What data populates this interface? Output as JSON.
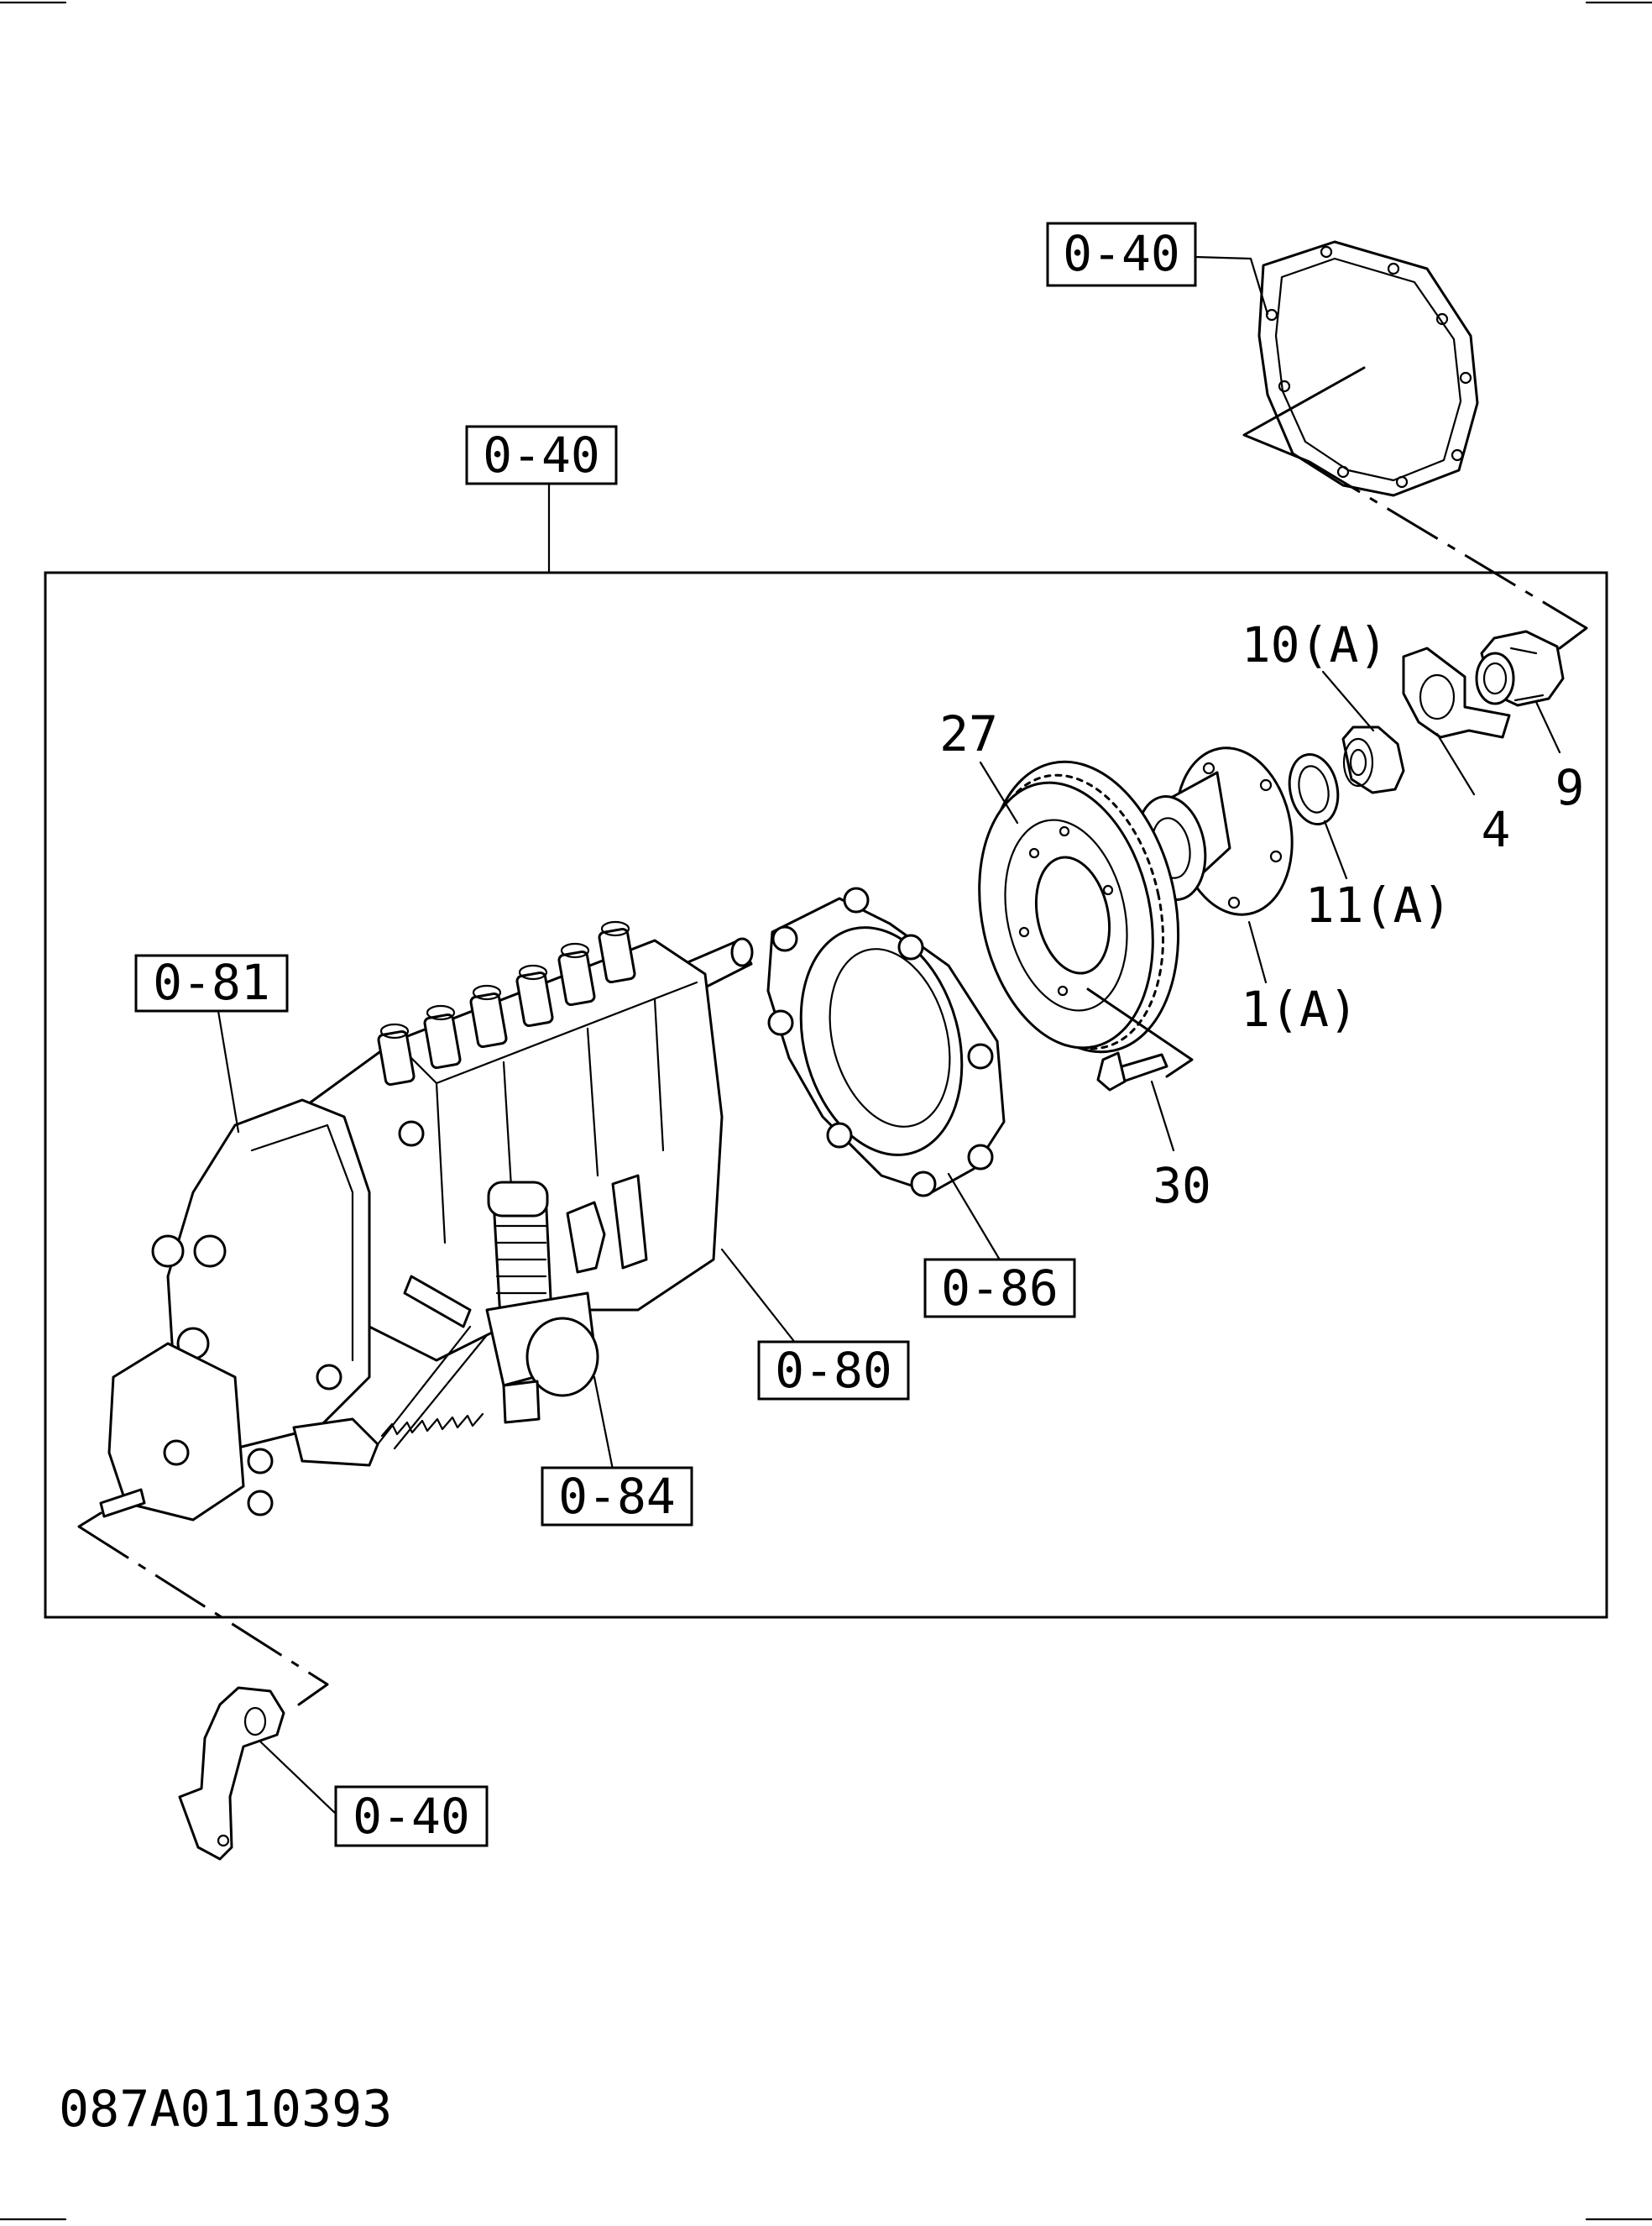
{
  "diagram_id": "087A0110393",
  "reference_labels": {
    "gasket_top": "0-40",
    "pump_assembly": "0-40",
    "governor": "0-81",
    "pump_body": "0-80",
    "feed_pump": "0-84",
    "timer_housing": "0-86",
    "bracket": "0-40"
  },
  "part_callouts": {
    "nut": "9",
    "lock_washer": "4",
    "nut_a": "10(A)",
    "washer_a": "11(A)",
    "hub_a": "1(A)",
    "gear": "27",
    "bolt": "30"
  }
}
